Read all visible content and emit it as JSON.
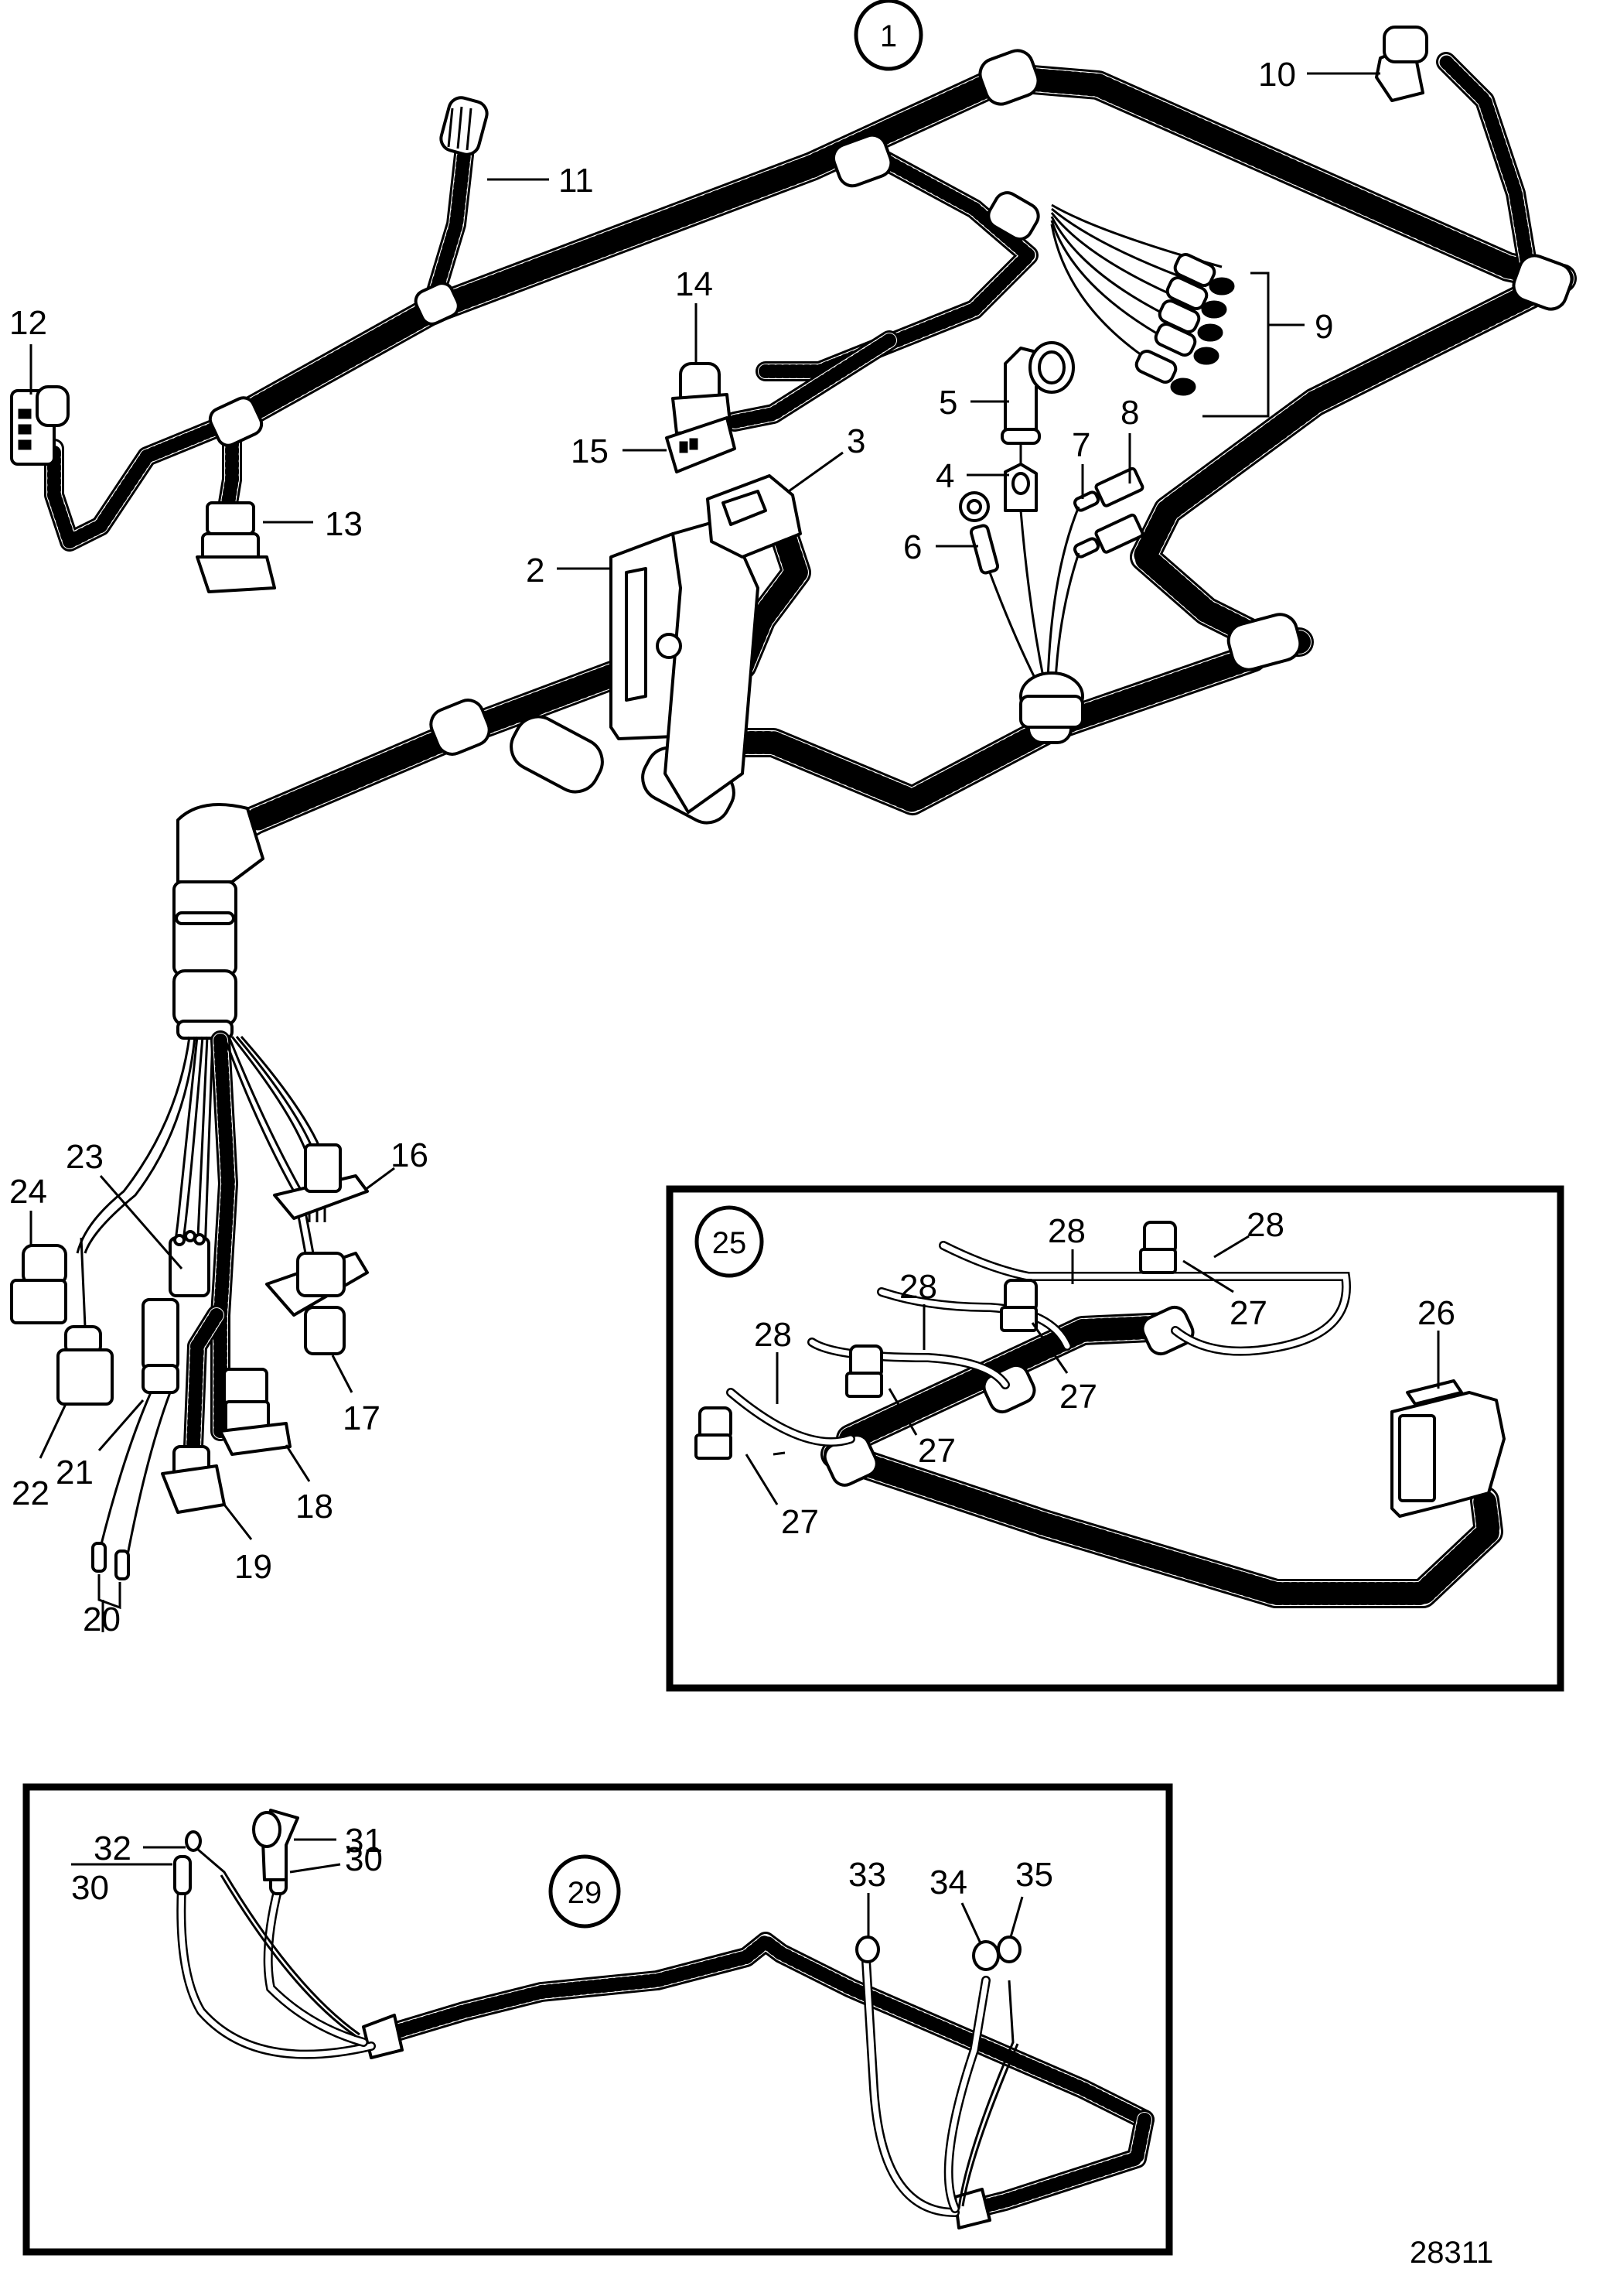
{
  "figure_number": "28311",
  "main_assembly": {
    "ref": "1",
    "callouts": [
      {
        "id": "2",
        "part": "control-unit-bracket"
      },
      {
        "id": "3",
        "part": "connector"
      },
      {
        "id": "4",
        "part": "cable-lug"
      },
      {
        "id": "5",
        "part": "protective-cap"
      },
      {
        "id": "6",
        "part": "cable-lug"
      },
      {
        "id": "7",
        "part": "blade-terminal"
      },
      {
        "id": "8",
        "part": "fuse-holder"
      },
      {
        "id": "9",
        "part": "ring-terminals-group"
      },
      {
        "id": "10",
        "part": "connector"
      },
      {
        "id": "11",
        "part": "round-connector"
      },
      {
        "id": "12",
        "part": "connector"
      },
      {
        "id": "13",
        "part": "connector"
      },
      {
        "id": "14",
        "part": "connector"
      },
      {
        "id": "15",
        "part": "connector"
      },
      {
        "id": "16",
        "part": "flange-connector"
      },
      {
        "id": "17",
        "part": "flange-connector"
      },
      {
        "id": "18",
        "part": "connector"
      },
      {
        "id": "19",
        "part": "connector"
      },
      {
        "id": "20",
        "part": "cable-terminals"
      },
      {
        "id": "21",
        "part": "connector"
      },
      {
        "id": "22",
        "part": "connector"
      },
      {
        "id": "23",
        "part": "connector"
      },
      {
        "id": "24",
        "part": "connector"
      }
    ]
  },
  "inset_25": {
    "ref": "25",
    "callouts": [
      {
        "id": "26",
        "part": "main-connector"
      },
      {
        "id": "27",
        "part": "injector-connector"
      },
      {
        "id": "27",
        "part": "injector-connector"
      },
      {
        "id": "27",
        "part": "injector-connector"
      },
      {
        "id": "27",
        "part": "injector-connector"
      },
      {
        "id": "28",
        "part": "sleeve"
      },
      {
        "id": "28",
        "part": "sleeve"
      },
      {
        "id": "28",
        "part": "sleeve"
      },
      {
        "id": "28",
        "part": "sleeve"
      }
    ]
  },
  "inset_29": {
    "ref": "29",
    "callouts": [
      {
        "id": "30",
        "part": "cable-terminal"
      },
      {
        "id": "30",
        "part": "cable-terminal"
      },
      {
        "id": "31",
        "part": "protective-cap"
      },
      {
        "id": "32",
        "part": "ring-terminal"
      },
      {
        "id": "33",
        "part": "ring-terminal"
      },
      {
        "id": "34",
        "part": "ring-terminal"
      },
      {
        "id": "35",
        "part": "ring-terminal"
      }
    ]
  }
}
